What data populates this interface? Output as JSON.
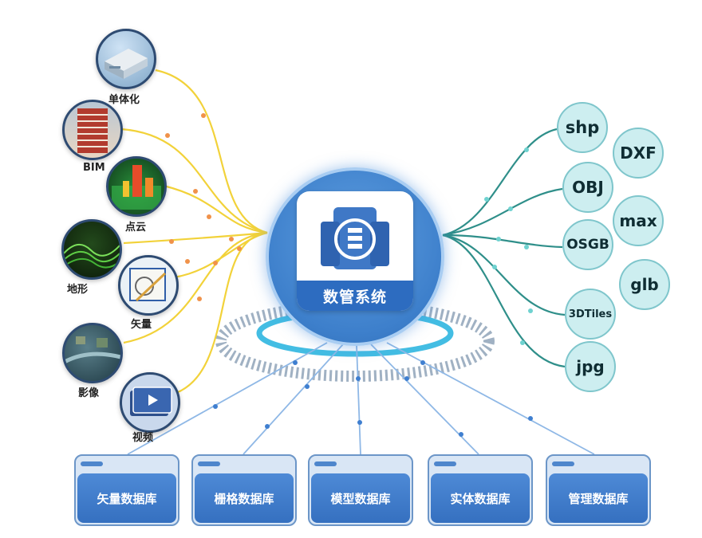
{
  "hub": {
    "title": "数管系统"
  },
  "sources": [
    {
      "label": "单体化",
      "icon": "building-model-icon"
    },
    {
      "label": "BIM",
      "icon": "bim-building-icon"
    },
    {
      "label": "点云",
      "icon": "point-cloud-icon"
    },
    {
      "label": "地形",
      "icon": "terrain-mesh-icon"
    },
    {
      "label": "矢量",
      "icon": "vector-drawing-icon"
    },
    {
      "label": "影像",
      "icon": "satellite-image-icon"
    },
    {
      "label": "视频",
      "icon": "video-icon"
    }
  ],
  "formats": [
    {
      "label": "shp"
    },
    {
      "label": "DXF"
    },
    {
      "label": "OBJ"
    },
    {
      "label": "max"
    },
    {
      "label": "OSGB"
    },
    {
      "label": "glb"
    },
    {
      "label": "3DTiles"
    },
    {
      "label": "jpg"
    }
  ],
  "databases": [
    {
      "label": "矢量数据库"
    },
    {
      "label": "栅格数据库"
    },
    {
      "label": "模型数据库"
    },
    {
      "label": "实体数据库"
    },
    {
      "label": "管理数据库"
    }
  ],
  "colors": {
    "left_lines": "#f2d23a",
    "right_lines": "#2f8f8a",
    "bottom_lines": "#8fb8e6",
    "hub": "#3d7fcb"
  }
}
